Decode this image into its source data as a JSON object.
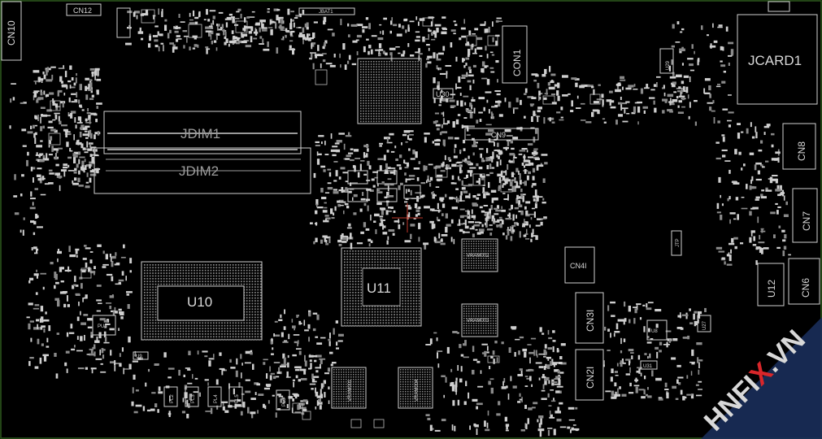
{
  "board": {
    "labels": {
      "cn10": "CN10",
      "cn12": "CN12",
      "con1": "CON1",
      "jcard1": "JCARD1",
      "cn9": "CN9",
      "jdim1": "JDIM1",
      "jdim2": "JDIM2",
      "u30": "U30",
      "cn8": "CN8",
      "cn7": "CN7",
      "cn6": "CN6",
      "u12": "U12",
      "u11": "U11",
      "u10": "U10",
      "cn4": "CN4I",
      "cn3": "CN3I",
      "cn2": "CN2I",
      "u29": "U29",
      "u8": "U8",
      "u31": "U31",
      "u27": "U27",
      "u9": "U9",
      "pu8": "PU8",
      "jtp": "JTP",
      "jbat": "JBAT1",
      "mem1": "VRAM002",
      "mem2": "VRAM003",
      "mem3": "VRAM001",
      "mem4": "VRAM004",
      "pl1": "PL2",
      "pl2": "PL3",
      "pl3": "PL4",
      "pl4": "PL5",
      "pl5": "PL6"
    }
  },
  "watermark": {
    "text_a": "HNFI",
    "text_x": "X",
    "text_b": ".VN",
    "band_color": "#1a2e5a",
    "x_color": "#d9262a"
  },
  "colors": {
    "background": "#000000",
    "outline": "#d0d0d0",
    "crosshair": "#c0392b",
    "frame": "#2d5a1e"
  }
}
